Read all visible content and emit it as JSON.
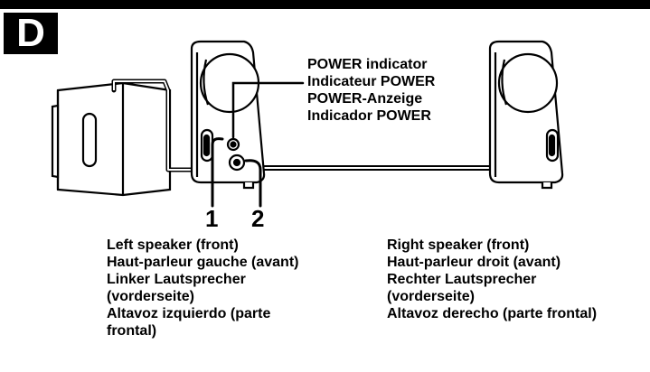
{
  "section_letter": "D",
  "power_indicator_label": [
    "POWER indicator",
    "Indicateur POWER",
    "POWER-Anzeige",
    "Indicador POWER"
  ],
  "callout_numbers": [
    "1",
    "2"
  ],
  "left_speaker_caption": [
    "Left speaker (front)",
    "Haut-parleur gauche (avant)",
    "Linker Lautsprecher",
    "(vorderseite)",
    "Altavoz izquierdo (parte",
    "frontal)"
  ],
  "right_speaker_caption": [
    "Right speaker (front)",
    "Haut-parleur droit (avant)",
    "Rechter Lautsprecher",
    "(vorderseite)",
    "Altavoz derecho (parte frontal)"
  ]
}
